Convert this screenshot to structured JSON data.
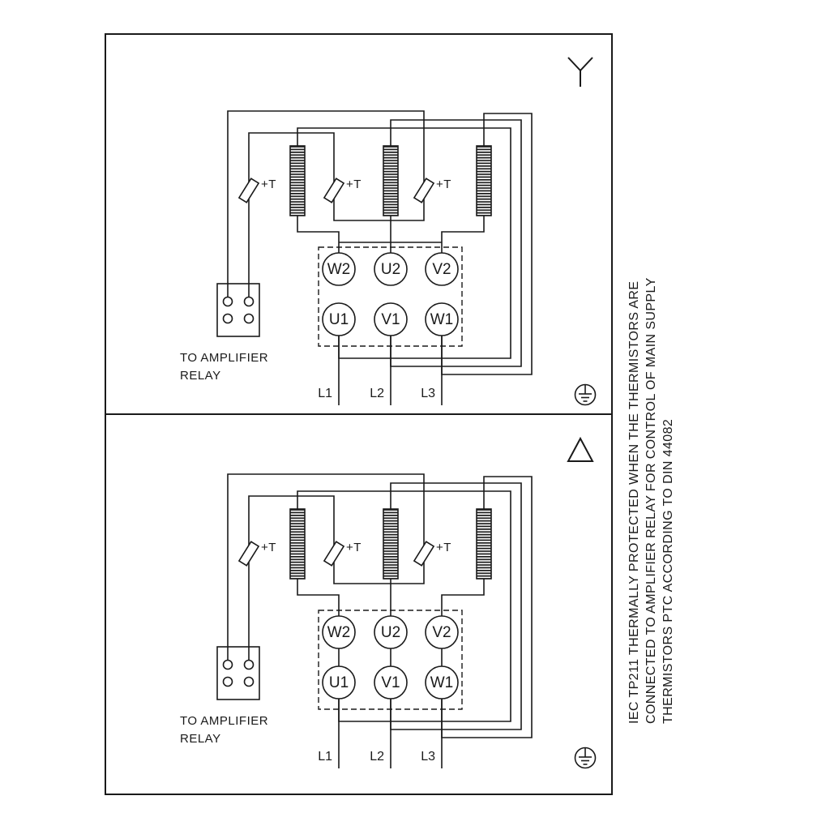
{
  "colors": {
    "ink": "#1a1a1a",
    "background": "#ffffff"
  },
  "note": {
    "lines": [
      "IEC TP211 THERMALLY PROTECTED WHEN THE THERMISTORS ARE",
      "CONNECTED TO AMPLIFIER RELAY FOR CONTROL OF MAIN SUPPLY",
      "THERMISTORS PTC ACCORDING TO DIN 44082"
    ]
  },
  "star_section": {
    "connection_symbol": "star",
    "thermistor_labels": [
      "+T",
      "+T",
      "+T"
    ],
    "terminals_row1": [
      "W2",
      "U2",
      "V2"
    ],
    "terminals_row2": [
      "U1",
      "V1",
      "W1"
    ],
    "relay_caption_line1": "TO AMPLIFIER",
    "relay_caption_line2": "RELAY",
    "supply_labels": [
      "L1",
      "L2",
      "L3"
    ]
  },
  "delta_section": {
    "connection_symbol": "delta",
    "thermistor_labels": [
      "+T",
      "+T",
      "+T"
    ],
    "terminals_row1": [
      "W2",
      "U2",
      "V2"
    ],
    "terminals_row2": [
      "U1",
      "V1",
      "W1"
    ],
    "relay_caption_line1": "TO AMPLIFIER",
    "relay_caption_line2": "RELAY",
    "supply_labels": [
      "L1",
      "L2",
      "L3"
    ]
  }
}
